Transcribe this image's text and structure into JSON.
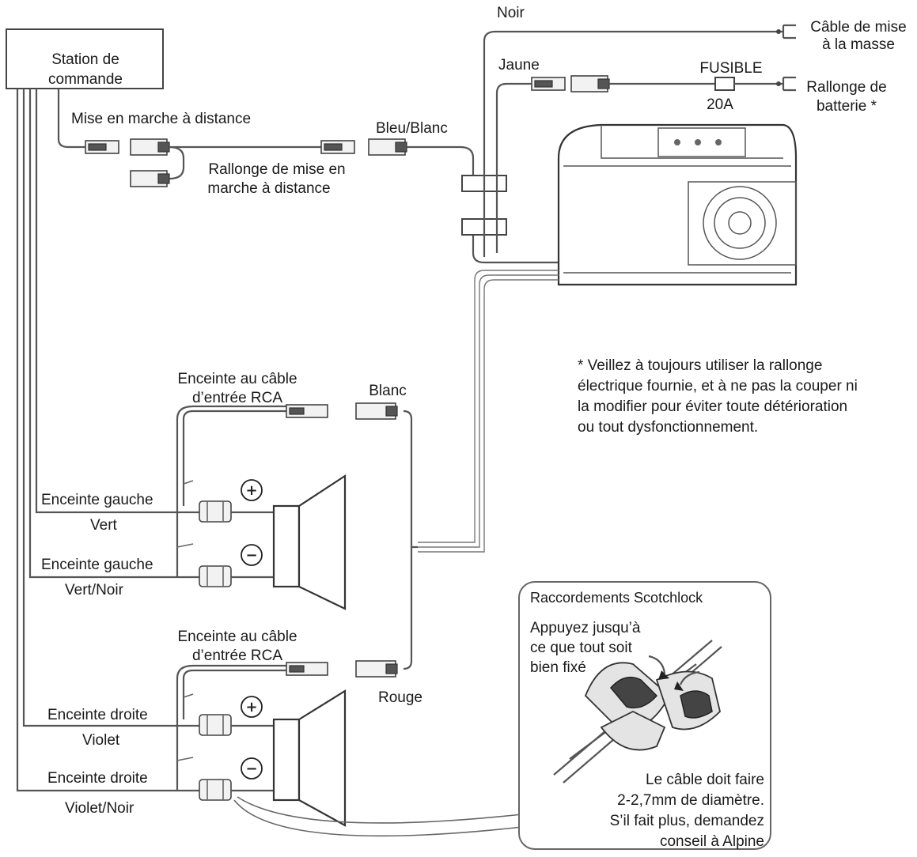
{
  "labels": {
    "control_station": [
      "Station de",
      "commande"
    ],
    "remote_on": "Mise en marche à distance",
    "remote_on_extension": [
      "Rallonge de mise en",
      "marche à distance"
    ],
    "blue_white": "Bleu/Blanc",
    "black": "Noir",
    "yellow": "Jaune",
    "ground_cable": [
      "Câble de mise",
      "à la masse"
    ],
    "fuse": "FUSIBLE",
    "fuse_rating": "20A",
    "battery_extension": [
      "Rallonge de",
      "batterie *"
    ],
    "note": [
      "* Veillez à toujours utiliser la rallonge",
      "électrique fournie, et à ne pas la couper ni",
      "la modifier pour éviter toute détérioration",
      "ou tout dysfonctionnement."
    ],
    "speaker_rca_top": [
      "Enceinte au câble",
      "d’entrée RCA"
    ],
    "white": "Blanc",
    "left_speaker_1": "Enceinte gauche",
    "green": "Vert",
    "left_speaker_2": "Enceinte gauche",
    "green_black": "Vert/Noir",
    "speaker_rca_bottom": [
      "Enceinte au câble",
      "d’entrée RCA"
    ],
    "red": "Rouge",
    "right_speaker_1": "Enceinte droite",
    "violet": "Violet",
    "right_speaker_2": "Enceinte droite",
    "violet_black": "Violet/Noir",
    "scotchlock_title": "Raccordements Scotchlock",
    "press_until": [
      "Appuyez jusqu’à",
      "ce que tout soit",
      "bien fixé"
    ],
    "cable_diameter": [
      "Le câble doit faire",
      "2-2,7mm de diamètre.",
      "S’il fait plus, demandez",
      "conseil à Alpine"
    ],
    "plus_symbol": "+",
    "minus_symbol": "−"
  }
}
